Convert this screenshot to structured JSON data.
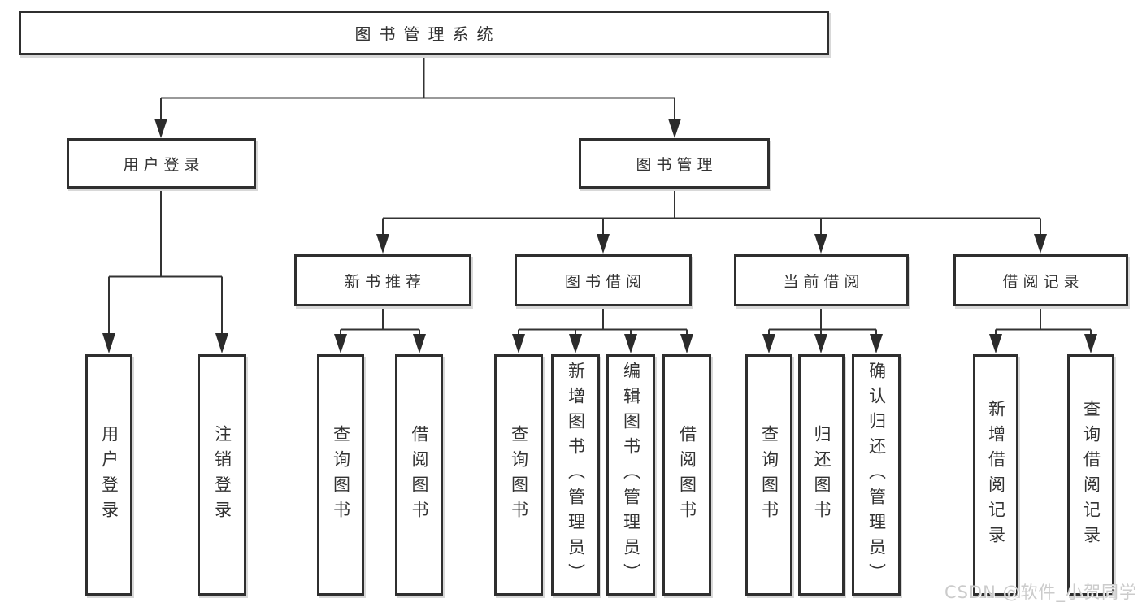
{
  "diagram": {
    "type": "hierarchy-tree",
    "orientation": "top-down",
    "tree": {
      "label": "图书管理系统",
      "children": [
        {
          "label": "用户登录",
          "children": [
            {
              "label": "用户登录"
            },
            {
              "label": "注销登录"
            }
          ]
        },
        {
          "label": "图书管理",
          "children": [
            {
              "label": "新书推荐",
              "children": [
                {
                  "label": "查询图书"
                },
                {
                  "label": "借阅图书"
                }
              ]
            },
            {
              "label": "图书借阅",
              "children": [
                {
                  "label": "查询图书"
                },
                {
                  "label": "新增图书（管理员）"
                },
                {
                  "label": "编辑图书（管理员）"
                },
                {
                  "label": "借阅图书"
                }
              ]
            },
            {
              "label": "当前借阅",
              "children": [
                {
                  "label": "查询图书"
                },
                {
                  "label": "归还图书"
                },
                {
                  "label": "确认归还（管理员）"
                }
              ]
            },
            {
              "label": "借阅记录",
              "children": [
                {
                  "label": "新增借阅记录"
                },
                {
                  "label": "查询借阅记录"
                }
              ]
            }
          ]
        }
      ]
    }
  },
  "colors": {
    "box_border": "#2f2f2f",
    "connector_line": "#333333",
    "text": "#333333",
    "background": "#ffffff",
    "watermark": "#cbcbcb"
  },
  "watermark": {
    "text": "CSDN @软件_小贺同学"
  }
}
